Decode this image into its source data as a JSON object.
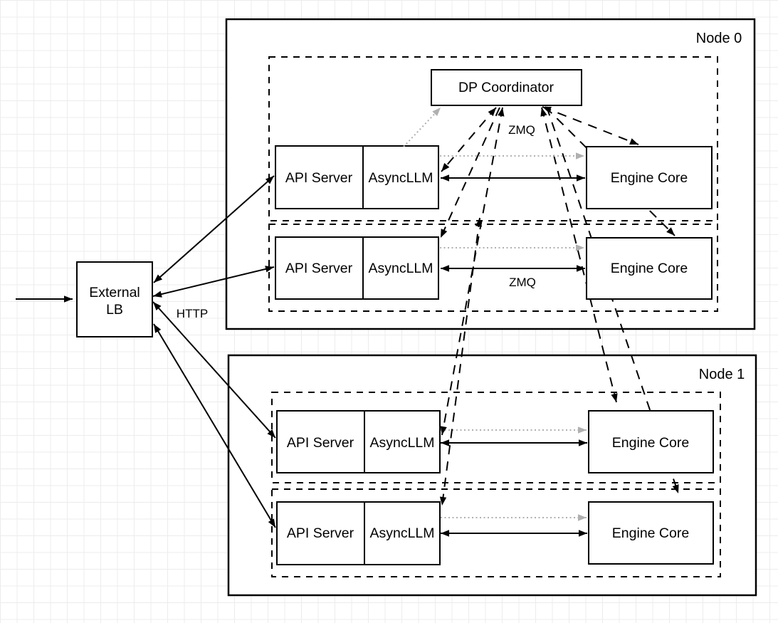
{
  "diagram": {
    "external_lb": {
      "line1": "External",
      "line2": "LB"
    },
    "labels": {
      "http": "HTTP",
      "zmq_top": "ZMQ",
      "zmq_row2": "ZMQ"
    },
    "node0": {
      "label": "Node 0",
      "coordinator_label": "DP Coordinator",
      "rows": [
        {
          "api": "API Server",
          "async": "AsyncLLM",
          "engine": "Engine Core"
        },
        {
          "api": "API Server",
          "async": "AsyncLLM",
          "engine": "Engine Core"
        }
      ]
    },
    "node1": {
      "label": "Node 1",
      "rows": [
        {
          "api": "API Server",
          "async": "AsyncLLM",
          "engine": "Engine Core"
        },
        {
          "api": "API Server",
          "async": "AsyncLLM",
          "engine": "Engine Core"
        }
      ]
    },
    "colors": {
      "stroke": "#000000",
      "dotted_gray": "#b0b0b0",
      "grid": "#ececec",
      "box_fill": "#ffffff"
    }
  }
}
